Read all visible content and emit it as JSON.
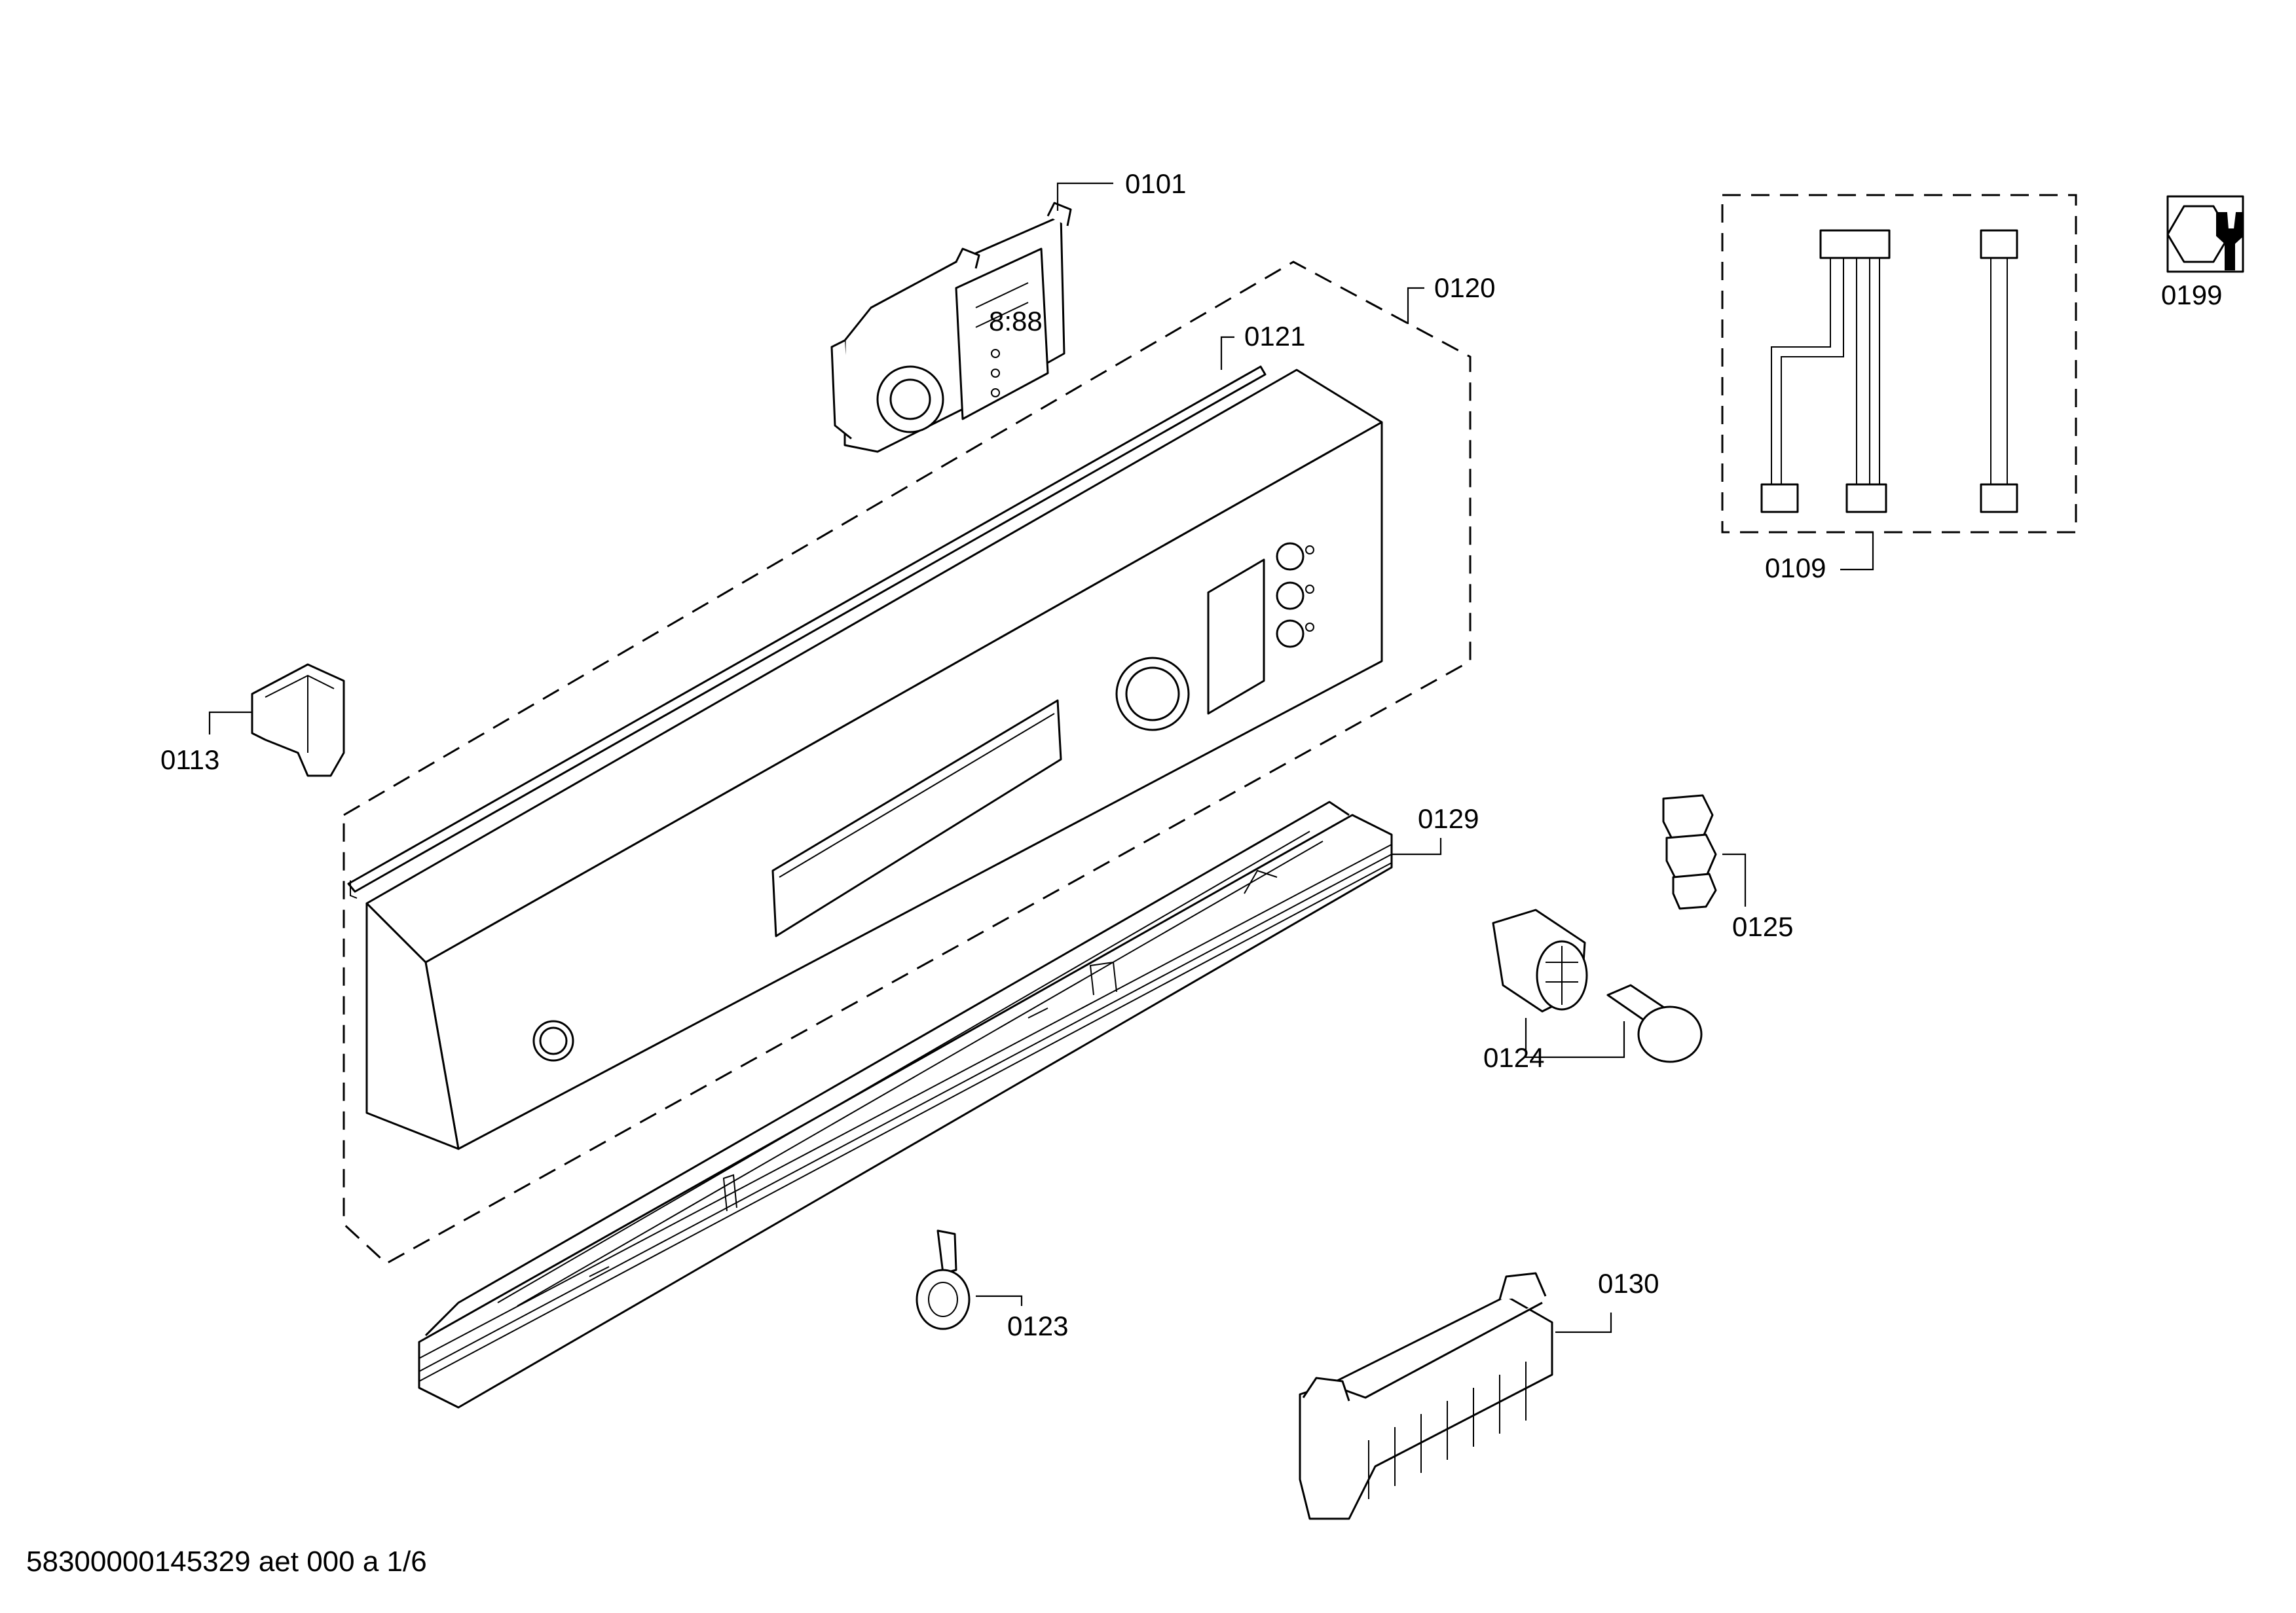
{
  "callouts": {
    "p0101": "0101",
    "p0120": "0120",
    "p0121": "0121",
    "p0113": "0113",
    "p0129": "0129",
    "p0125": "0125",
    "p0124": "0124",
    "p0123": "0123",
    "p0130": "0130",
    "p0109": "0109",
    "p0199": "0199"
  },
  "display_digits": "8:88",
  "footer": "58300000145329 aet 000 a 1/6"
}
